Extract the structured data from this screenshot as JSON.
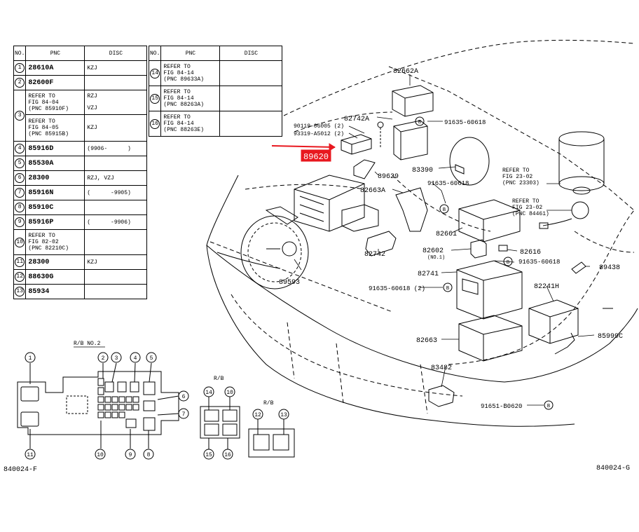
{
  "table_headers": {
    "no": "NO.",
    "pnc": "PNC",
    "disc": "DISC"
  },
  "table_left": [
    {
      "no": "1",
      "pnc": "28610A",
      "disc": "KZJ"
    },
    {
      "no": "2",
      "pnc": "82600F",
      "disc": ""
    },
    {
      "no": "3",
      "pnc_lines": [
        "REFER TO",
        "FIG 84-04",
        "(PNC 85910F)",
        "REFER TO",
        "FIG 84-05",
        "(PNC 85915B)"
      ],
      "disc_lines": [
        "RZJ",
        "VZJ",
        "KZJ"
      ]
    },
    {
      "no": "4",
      "pnc": "85916D",
      "disc": "(9906-      )"
    },
    {
      "no": "5",
      "pnc": "85530A",
      "disc": ""
    },
    {
      "no": "6",
      "pnc": "28300",
      "disc": "RZJ, VZJ"
    },
    {
      "no": "7",
      "pnc": "85916N",
      "disc": "(      -9905)"
    },
    {
      "no": "8",
      "pnc": "85910C",
      "disc": ""
    },
    {
      "no": "9",
      "pnc": "85916P",
      "disc": "(      -9906)"
    },
    {
      "no": "10",
      "pnc_lines": [
        "REFER TO",
        "FIG 82-02",
        "(PNC 82210C)"
      ],
      "disc": ""
    },
    {
      "no": "11",
      "pnc": "28300",
      "disc": "KZJ"
    },
    {
      "no": "12",
      "pnc": "88630G",
      "disc": ""
    },
    {
      "no": "13",
      "pnc": "85934",
      "disc": ""
    }
  ],
  "table_right": [
    {
      "no": "14",
      "pnc_lines": [
        "REFER TO",
        "FIG 84-14",
        "(PNC 89633A)"
      ]
    },
    {
      "no": "15",
      "pnc_lines": [
        "REFER TO",
        "FIG 84-14",
        "(PNC 88263A)"
      ]
    },
    {
      "no": "16",
      "pnc_lines": [
        "REFER TO",
        "FIG 84-14",
        "(PNC 88263E)"
      ]
    }
  ],
  "labels": {
    "p82662A": "82662A",
    "p82742A": "82742A",
    "p91635_60618_top": "91635-60618",
    "p90119": "90119-06005 (2)",
    "p93319": "93319-A5012 (2)",
    "p89620": "89620",
    "p89629": "89629",
    "p83390": "83390",
    "p82663A": "82663A",
    "p91635_60618_mid": "91635-60618",
    "ref_fig23_a_1": "REFER TO",
    "ref_fig23_a_2": "FIG 23-02",
    "ref_fig23_a_3": "(PNC 23303)",
    "ref_fig23_b_1": "REFER TO",
    "ref_fig23_b_2": "FIG 23-02",
    "ref_fig23_b_3": "(PNC 84461)",
    "p82661": "82661",
    "p82602": "82602",
    "p82602_no": "(NO.1)",
    "p82616": "82616",
    "p91635_60618_low": "91635-60618",
    "p89438": "89438",
    "p82742": "82742",
    "p82741": "82741",
    "p82241H": "82241H",
    "p89593": "89593",
    "p91635_60618_2": "91635-60618 (2)",
    "p82663": "82663",
    "p85999C": "85999C",
    "p83482": "83482",
    "p91651": "91651-B0620",
    "rb_no2": "R/B NO.2",
    "rb_a": "R/B",
    "rb_b": "R/B",
    "code_left": "840024-F",
    "code_right": "840024-G",
    "bolt_symbol": "B"
  },
  "colors": {
    "highlight": "#e8181f",
    "line": "#000000"
  }
}
